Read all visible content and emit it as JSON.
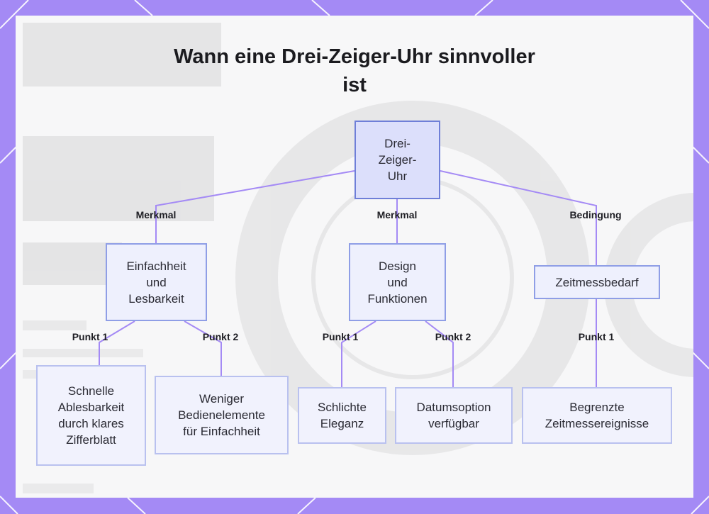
{
  "title": {
    "line1": "Wann eine Drei-Zeiger-Uhr sinnvoller",
    "line2": "ist"
  },
  "colors": {
    "frame": "#a48af5",
    "panel": "#f7f7f8",
    "edge": "#a48af5",
    "node_fill": "#f1f2fd",
    "root_fill": "#dcdffb",
    "node_border": "#b9c1ef"
  },
  "nodes": {
    "root": "Drei-\nZeiger-\nUhr",
    "simplicity": "Einfachheit\nund\nLesbarkeit",
    "design": "Design\nund\nFunktionen",
    "timing": "Zeitmessbedarf",
    "quick_read": "Schnelle\nAblesbarkeit\ndurch klares\nZifferblatt",
    "fewer_controls": "Weniger\nBedienelemente\nfür Einfachheit",
    "elegance": "Schlichte\nEleganz",
    "date": "Datumsoption\nverfügbar",
    "limited": "Begrenzte\nZeitmessereignisse"
  },
  "edge_labels": {
    "root_simplicity": "Merkmal",
    "root_design": "Merkmal",
    "root_timing": "Bedingung",
    "simplicity_quick": "Punkt 1",
    "simplicity_fewer": "Punkt 2",
    "design_elegance": "Punkt 1",
    "design_date": "Punkt 2",
    "timing_limited": "Punkt 1"
  }
}
